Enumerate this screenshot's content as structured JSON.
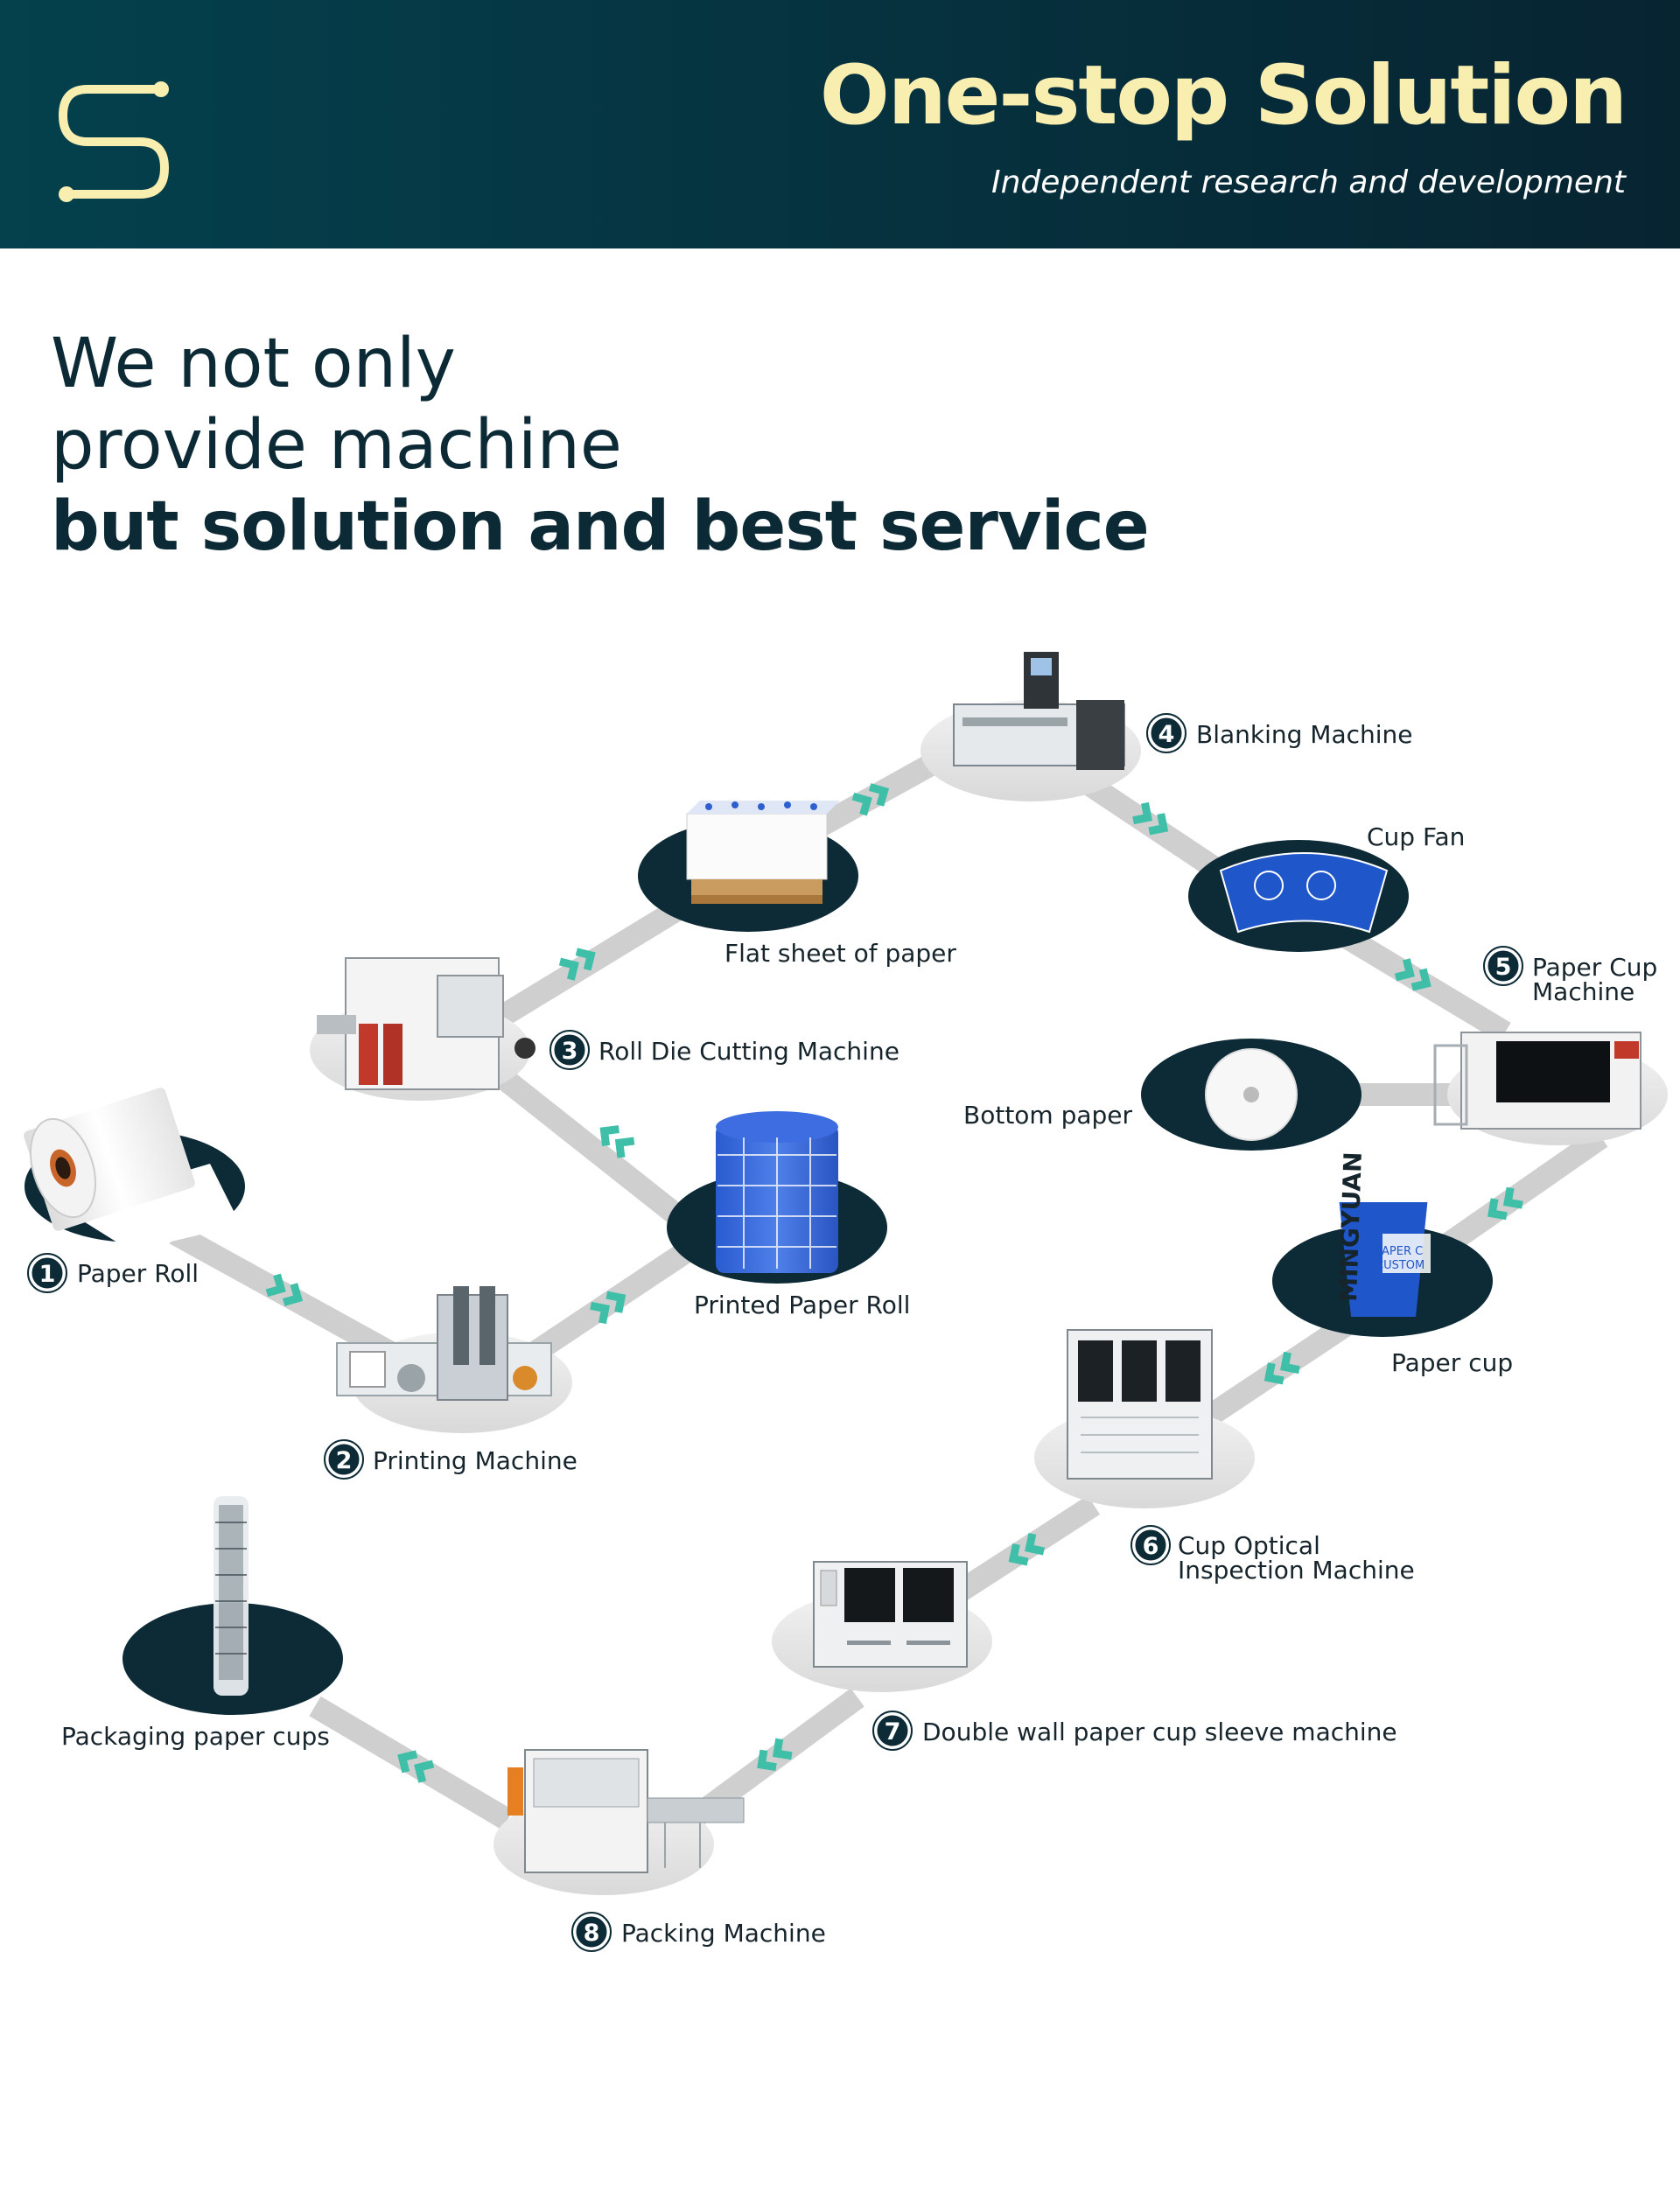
{
  "header": {
    "title": "One-stop Solution",
    "subtitle": "Independent research and development",
    "logo_icon": "s-circuit-logo-icon"
  },
  "hero": {
    "line1": "We not only",
    "line2": "provide machine",
    "line3": "but solution and best service"
  },
  "steps": [
    {
      "number": "1",
      "label": "Paper Roll"
    },
    {
      "number": "2",
      "label": "Printing Machine"
    },
    {
      "number": "3",
      "label": "Roll Die Cutting Machine"
    },
    {
      "number": "4",
      "label": "Blanking Machine"
    },
    {
      "number": "5",
      "label_line1": "Paper Cup",
      "label_line2": "Machine"
    },
    {
      "number": "6",
      "label_line1": "Cup Optical",
      "label_line2": "Inspection Machine"
    },
    {
      "number": "7",
      "label": "Double wall paper cup sleeve machine"
    },
    {
      "number": "8",
      "label": "Packing Machine"
    }
  ],
  "intermediates": {
    "printed_paper_roll": "Printed Paper Roll",
    "flat_sheet": "Flat sheet of paper",
    "cup_fan": "Cup Fan",
    "bottom_paper": "Bottom paper",
    "paper_cup": "Paper cup",
    "packaging": "Packaging paper cups"
  },
  "cup_print": {
    "brand": "MINGYUAN",
    "text1": "PAPER C",
    "text2": "CUSTOM"
  },
  "colors": {
    "header_dark": "#06313e",
    "title_yellow": "#f7eeb0",
    "node_dark": "#0d2b36",
    "path_grey": "#cfcfcf",
    "arrow_teal": "#3fbfa8",
    "cup_blue": "#1f56c9"
  }
}
